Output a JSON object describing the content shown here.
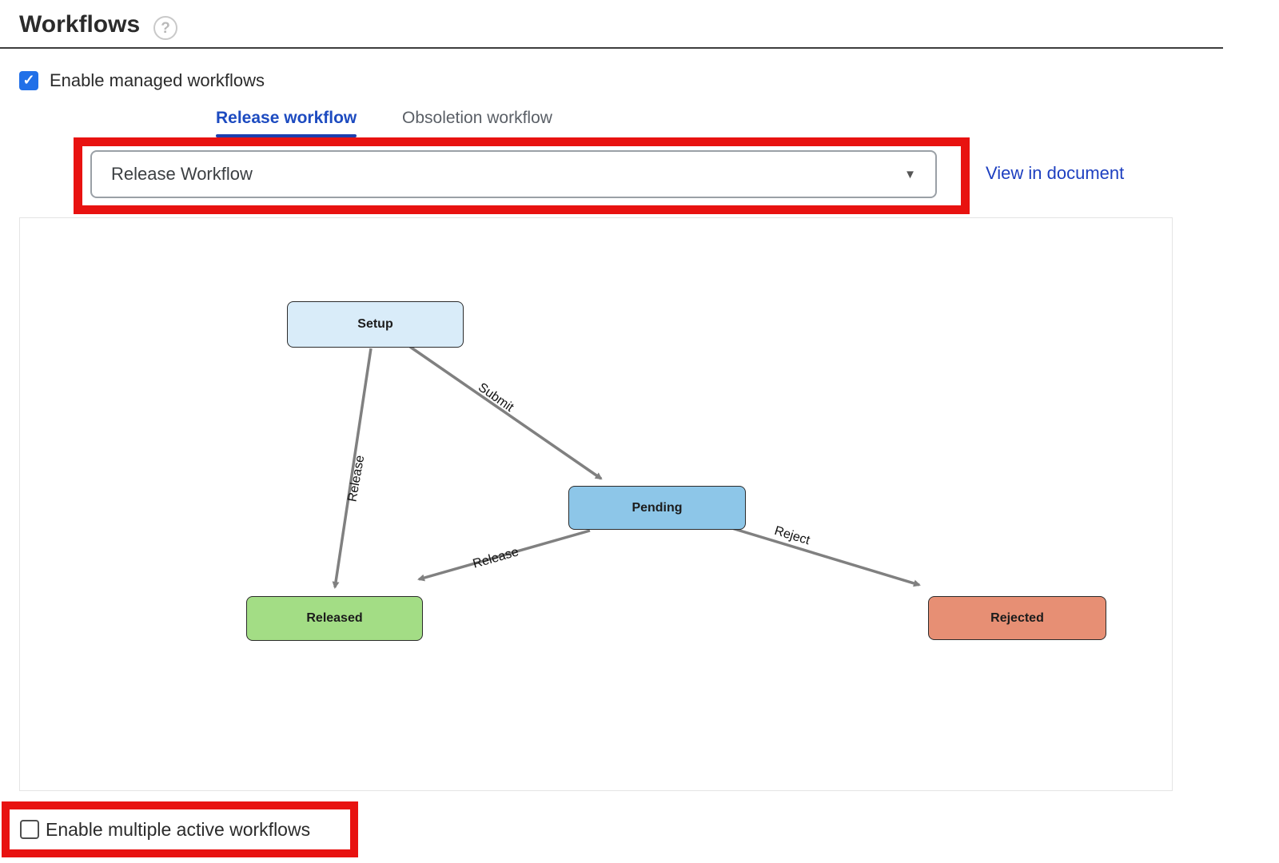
{
  "page": {
    "title": "Workflows",
    "help_icon_glyph": "?"
  },
  "managed_workflows_checkbox": {
    "label": "Enable managed workflows",
    "checked": true,
    "checkmark_glyph": "✓"
  },
  "tabs": [
    {
      "label": "Release workflow",
      "active": true
    },
    {
      "label": "Obsoletion workflow",
      "active": false
    }
  ],
  "workflow_selector": {
    "selected_value": "Release Workflow",
    "caret_glyph": "▼"
  },
  "view_in_document_link": {
    "label": "View in document"
  },
  "diagram": {
    "nodes": [
      {
        "id": "setup",
        "label": "Setup",
        "fill": "#d9ecf9"
      },
      {
        "id": "pending",
        "label": "Pending",
        "fill": "#8dc6e8"
      },
      {
        "id": "released",
        "label": "Released",
        "fill": "#a3dd85"
      },
      {
        "id": "rejected",
        "label": "Rejected",
        "fill": "#e78f74"
      }
    ],
    "edges": [
      {
        "from": "setup",
        "to": "released",
        "label": "Release"
      },
      {
        "from": "setup",
        "to": "pending",
        "label": "Submit"
      },
      {
        "from": "pending",
        "to": "released",
        "label": "Release"
      },
      {
        "from": "pending",
        "to": "rejected",
        "label": "Reject"
      }
    ]
  },
  "multiple_workflows_checkbox": {
    "label": "Enable multiple active workflows",
    "checked": false
  },
  "colors": {
    "annotation_red": "#e81210",
    "checkbox_blue": "#2170e8",
    "tab_active_blue": "#1d4bc0",
    "link_blue": "#1d3fc0",
    "arrow_gray": "#808080"
  }
}
